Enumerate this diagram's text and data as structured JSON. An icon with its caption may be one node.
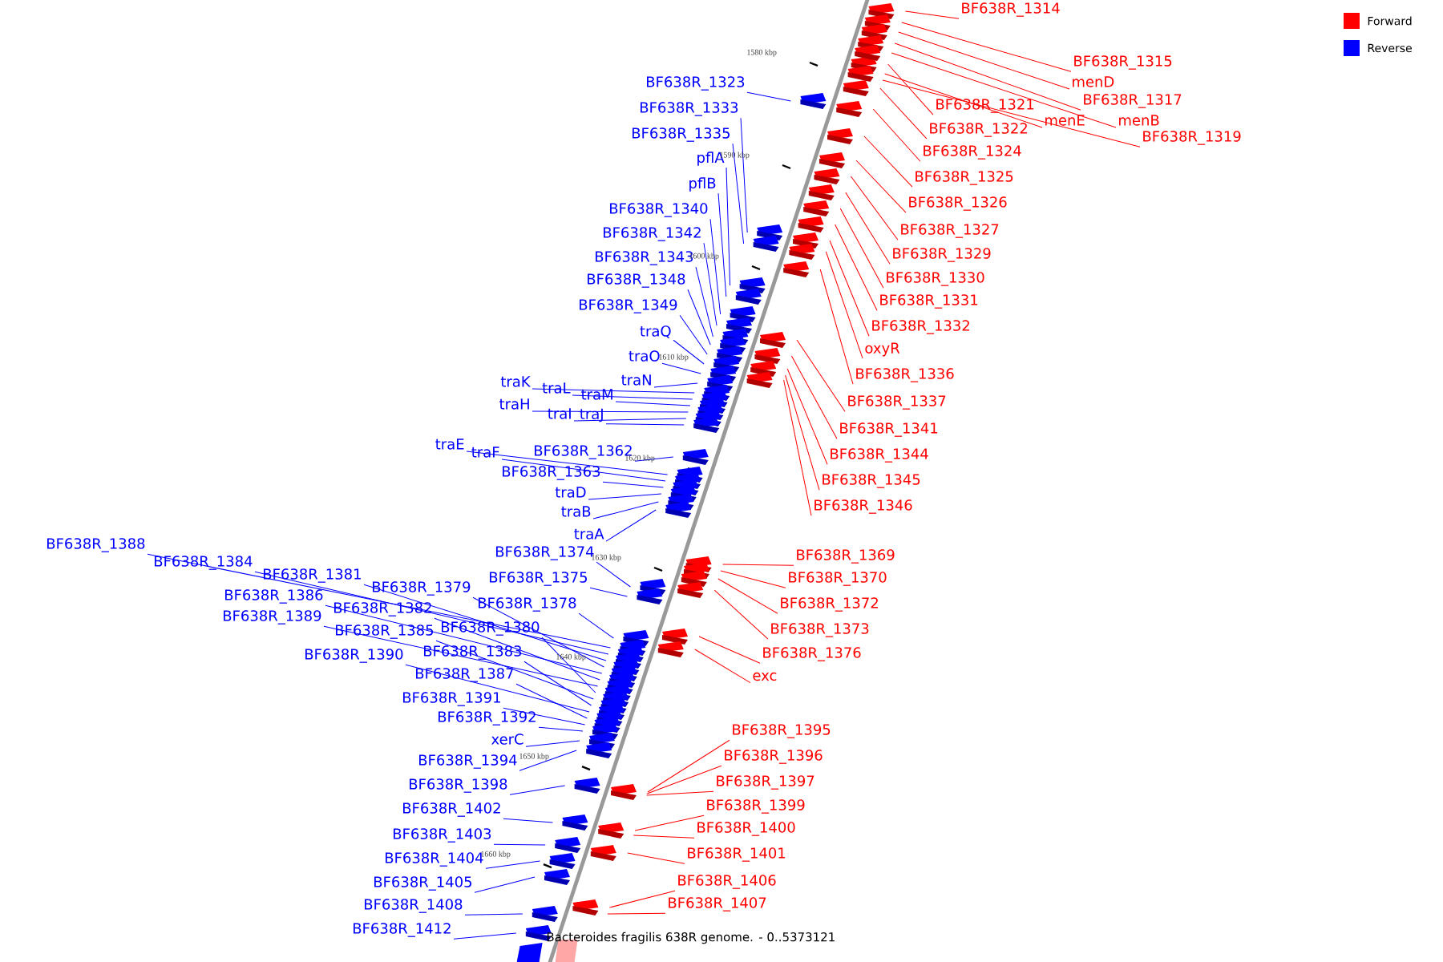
{
  "diagram": {
    "caption": "Bacteroides fragilis 638R genome. - 0..5373121",
    "nodes": [
      {
        "text": [
          "BF638R_1314"
        ]
      },
      {
        "text": [
          "BF638R_1315"
        ]
      },
      {
        "text": [
          "menD"
        ]
      },
      {
        "text": [
          "BF638R_1317"
        ]
      },
      {
        "text": [
          "BF638R_1321"
        ]
      },
      {
        "text": [
          "menE"
        ]
      },
      {
        "text": [
          "menB"
        ]
      },
      {
        "text": [
          "BF638R_1322"
        ]
      },
      {
        "text": [
          "BF638R_1319"
        ]
      },
      {
        "text": [
          "BF638R_1324"
        ]
      },
      {
        "text": [
          "BF638R_1325"
        ]
      },
      {
        "text": [
          "BF638R_1326"
        ]
      },
      {
        "text": [
          "BF638R_1327"
        ]
      },
      {
        "text": [
          "BF638R_1329"
        ]
      },
      {
        "text": [
          "BF638R_1330"
        ]
      },
      {
        "text": [
          "BF638R_1331"
        ]
      },
      {
        "text": [
          "BF638R_1332"
        ]
      },
      {
        "text": [
          "oxyR"
        ]
      },
      {
        "text": [
          "BF638R_1336"
        ]
      },
      {
        "text": [
          "BF638R_1337"
        ]
      },
      {
        "text": [
          "BF638R_1341"
        ]
      },
      {
        "text": [
          "BF638R_1344"
        ]
      },
      {
        "text": [
          "BF638R_1345"
        ]
      },
      {
        "text": [
          "BF638R_1346"
        ]
      },
      {
        "text": [
          "BF638R_1369"
        ]
      },
      {
        "text": [
          "BF638R_1370"
        ]
      },
      {
        "text": [
          "BF638R_1372"
        ]
      },
      {
        "text": [
          "BF638R_1373"
        ]
      },
      {
        "text": [
          "BF638R_1376"
        ]
      },
      {
        "text": [
          "exc"
        ]
      },
      {
        "text": [
          "BF638R_1395"
        ]
      },
      {
        "text": [
          "BF638R_1396"
        ]
      },
      {
        "text": [
          "BF638R_1397"
        ]
      },
      {
        "text": [
          "BF638R_1399"
        ]
      },
      {
        "text": [
          "BF638R_1400"
        ]
      },
      {
        "text": [
          "BF638R_1401"
        ]
      },
      {
        "text": [
          "BF638R_1406"
        ]
      },
      {
        "text": [
          "BF638R_1407"
        ]
      },
      {
        "text": [
          "BF638R_1323"
        ]
      },
      {
        "text": [
          "BF638R_1333"
        ]
      },
      {
        "text": [
          "BF638R_1335"
        ]
      },
      {
        "text": [
          "pflA"
        ]
      },
      {
        "text": [
          "pflB"
        ]
      },
      {
        "text": [
          "BF638R_1340"
        ]
      },
      {
        "text": [
          "BF638R_1342"
        ]
      },
      {
        "text": [
          "BF638R_1343"
        ]
      },
      {
        "text": [
          "BF638R_1348"
        ]
      },
      {
        "text": [
          "BF638R_1349"
        ]
      },
      {
        "text": [
          "traQ"
        ]
      },
      {
        "text": [
          "traO"
        ]
      },
      {
        "text": [
          "traN"
        ]
      },
      {
        "text": [
          "traK"
        ]
      },
      {
        "text": [
          "traL"
        ]
      },
      {
        "text": [
          "traM"
        ]
      },
      {
        "text": [
          "traH"
        ]
      },
      {
        "text": [
          "traI"
        ]
      },
      {
        "text": [
          "traJ"
        ]
      },
      {
        "text": [
          "traE"
        ]
      },
      {
        "text": [
          "traF"
        ]
      },
      {
        "text": [
          "BF638R_1362"
        ]
      },
      {
        "text": [
          "BF638R_1363"
        ]
      },
      {
        "text": [
          "traD"
        ]
      },
      {
        "text": [
          "traB"
        ]
      },
      {
        "text": [
          "traA"
        ]
      },
      {
        "text": [
          "BF638R_1374"
        ]
      },
      {
        "text": [
          "BF638R_1375"
        ]
      },
      {
        "text": [
          "BF638R_1378"
        ]
      },
      {
        "text": [
          "BF638R_1388"
        ]
      },
      {
        "text": [
          "BF638R_1384"
        ]
      },
      {
        "text": [
          "BF638R_1381"
        ]
      },
      {
        "text": [
          "BF638R_1379"
        ]
      },
      {
        "text": [
          "BF638R_1386"
        ]
      },
      {
        "text": [
          "BF638R_1382"
        ]
      },
      {
        "text": [
          "BF638R_1389"
        ]
      },
      {
        "text": [
          "BF638R_1380"
        ]
      },
      {
        "text": [
          "BF638R_1385"
        ]
      },
      {
        "text": [
          "BF638R_1383"
        ]
      },
      {
        "text": [
          "BF638R_1390"
        ]
      },
      {
        "text": [
          "BF638R_1387"
        ]
      },
      {
        "text": [
          "BF638R_1391"
        ]
      },
      {
        "text": [
          "BF638R_1392"
        ]
      },
      {
        "text": [
          "xerC"
        ]
      },
      {
        "text": [
          "BF638R_1394"
        ]
      },
      {
        "text": [
          "BF638R_1398"
        ]
      },
      {
        "text": [
          "BF638R_1402"
        ]
      },
      {
        "text": [
          "BF638R_1403"
        ]
      },
      {
        "text": [
          "BF638R_1404"
        ]
      },
      {
        "text": [
          "BF638R_1405"
        ]
      },
      {
        "text": [
          "BF638R_1408"
        ]
      },
      {
        "text": [
          "BF638R_1412"
        ]
      }
    ],
    "edges": [
      {
        "from": 0,
        "to": null,
        "arrow": "none",
        "color": "#ff0000"
      },
      {
        "from": 1,
        "to": null,
        "arrow": "none",
        "color": "#ff0000"
      },
      {
        "from": 2,
        "to": null,
        "arrow": "none",
        "color": "#ff0000"
      },
      {
        "from": 3,
        "to": null,
        "arrow": "none",
        "color": "#ff0000"
      },
      {
        "from": 4,
        "to": null,
        "arrow": "none",
        "color": "#ff0000"
      },
      {
        "from": 5,
        "to": null,
        "arrow": "none",
        "color": "#ff0000"
      },
      {
        "from": 6,
        "to": null,
        "arrow": "none",
        "color": "#ff0000"
      },
      {
        "from": 7,
        "to": null,
        "arrow": "none",
        "color": "#ff0000"
      },
      {
        "from": 8,
        "to": null,
        "arrow": "none",
        "color": "#ff0000"
      },
      {
        "from": 9,
        "to": null,
        "arrow": "none",
        "color": "#ff0000"
      },
      {
        "from": 10,
        "to": null,
        "arrow": "none",
        "color": "#ff0000"
      },
      {
        "from": 11,
        "to": null,
        "arrow": "none",
        "color": "#ff0000"
      },
      {
        "from": 12,
        "to": null,
        "arrow": "none",
        "color": "#ff0000"
      },
      {
        "from": 13,
        "to": null,
        "arrow": "none",
        "color": "#ff0000"
      },
      {
        "from": 14,
        "to": null,
        "arrow": "none",
        "color": "#ff0000"
      },
      {
        "from": 15,
        "to": null,
        "arrow": "none",
        "color": "#ff0000"
      },
      {
        "from": 16,
        "to": null,
        "arrow": "none",
        "color": "#ff0000"
      },
      {
        "from": 17,
        "to": null,
        "arrow": "none",
        "color": "#ff0000"
      },
      {
        "from": 18,
        "to": null,
        "arrow": "none",
        "color": "#ff0000"
      },
      {
        "from": 19,
        "to": null,
        "arrow": "none",
        "color": "#ff0000"
      },
      {
        "from": 20,
        "to": null,
        "arrow": "none",
        "color": "#ff0000"
      },
      {
        "from": 21,
        "to": null,
        "arrow": "none",
        "color": "#ff0000"
      },
      {
        "from": 22,
        "to": null,
        "arrow": "none",
        "color": "#ff0000"
      },
      {
        "from": 23,
        "to": null,
        "arrow": "none",
        "color": "#ff0000"
      },
      {
        "from": 24,
        "to": null,
        "arrow": "none",
        "color": "#ff0000"
      },
      {
        "from": 25,
        "to": null,
        "arrow": "none",
        "color": "#ff0000"
      },
      {
        "from": 26,
        "to": null,
        "arrow": "none",
        "color": "#ff0000"
      },
      {
        "from": 27,
        "to": null,
        "arrow": "none",
        "color": "#ff0000"
      },
      {
        "from": 28,
        "to": null,
        "arrow": "none",
        "color": "#ff0000"
      },
      {
        "from": 29,
        "to": null,
        "arrow": "none",
        "color": "#ff0000"
      },
      {
        "from": 30,
        "to": null,
        "arrow": "none",
        "color": "#ff0000"
      },
      {
        "from": 31,
        "to": null,
        "arrow": "none",
        "color": "#ff0000"
      },
      {
        "from": 32,
        "to": null,
        "arrow": "none",
        "color": "#ff0000"
      },
      {
        "from": 33,
        "to": null,
        "arrow": "none",
        "color": "#ff0000"
      },
      {
        "from": 34,
        "to": null,
        "arrow": "none",
        "color": "#ff0000"
      },
      {
        "from": 35,
        "to": null,
        "arrow": "none",
        "color": "#ff0000"
      },
      {
        "from": 36,
        "to": null,
        "arrow": "none",
        "color": "#ff0000"
      },
      {
        "from": 37,
        "to": null,
        "arrow": "none",
        "color": "#ff0000"
      },
      {
        "from": 38,
        "to": null,
        "arrow": "none",
        "color": "#0000ff"
      },
      {
        "from": 39,
        "to": null,
        "arrow": "none",
        "color": "#0000ff"
      },
      {
        "from": 40,
        "to": null,
        "arrow": "none",
        "color": "#0000ff"
      },
      {
        "from": 41,
        "to": null,
        "arrow": "none",
        "color": "#0000ff"
      },
      {
        "from": 42,
        "to": null,
        "arrow": "none",
        "color": "#0000ff"
      },
      {
        "from": 43,
        "to": null,
        "arrow": "none",
        "color": "#0000ff"
      },
      {
        "from": 44,
        "to": null,
        "arrow": "none",
        "color": "#0000ff"
      },
      {
        "from": 45,
        "to": null,
        "arrow": "none",
        "color": "#0000ff"
      },
      {
        "from": 46,
        "to": null,
        "arrow": "none",
        "color": "#0000ff"
      },
      {
        "from": 47,
        "to": null,
        "arrow": "none",
        "color": "#0000ff"
      },
      {
        "from": 48,
        "to": null,
        "arrow": "none",
        "color": "#0000ff"
      },
      {
        "from": 49,
        "to": null,
        "arrow": "none",
        "color": "#0000ff"
      },
      {
        "from": 50,
        "to": null,
        "arrow": "none",
        "color": "#0000ff"
      },
      {
        "from": 51,
        "to": null,
        "arrow": "none",
        "color": "#0000ff"
      },
      {
        "from": 52,
        "to": null,
        "arrow": "none",
        "color": "#0000ff"
      },
      {
        "from": 53,
        "to": null,
        "arrow": "none",
        "color": "#0000ff"
      },
      {
        "from": 54,
        "to": null,
        "arrow": "none",
        "color": "#0000ff"
      },
      {
        "from": 55,
        "to": null,
        "arrow": "none",
        "color": "#0000ff"
      },
      {
        "from": 56,
        "to": null,
        "arrow": "none",
        "color": "#0000ff"
      },
      {
        "from": 57,
        "to": null,
        "arrow": "none",
        "color": "#0000ff"
      },
      {
        "from": 58,
        "to": null,
        "arrow": "none",
        "color": "#0000ff"
      },
      {
        "from": 59,
        "to": null,
        "arrow": "none",
        "color": "#0000ff"
      },
      {
        "from": 60,
        "to": null,
        "arrow": "none",
        "color": "#0000ff"
      },
      {
        "from": 61,
        "to": null,
        "arrow": "none",
        "color": "#0000ff"
      },
      {
        "from": 62,
        "to": null,
        "arrow": "none",
        "color": "#0000ff"
      },
      {
        "from": 63,
        "to": null,
        "arrow": "none",
        "color": "#0000ff"
      },
      {
        "from": 64,
        "to": null,
        "arrow": "none",
        "color": "#0000ff"
      },
      {
        "from": 65,
        "to": null,
        "arrow": "none",
        "color": "#0000ff"
      },
      {
        "from": 66,
        "to": null,
        "arrow": "none",
        "color": "#0000ff"
      },
      {
        "from": 67,
        "to": null,
        "arrow": "none",
        "color": "#0000ff"
      },
      {
        "from": 68,
        "to": null,
        "arrow": "none",
        "color": "#0000ff"
      },
      {
        "from": 69,
        "to": null,
        "arrow": "none",
        "color": "#0000ff"
      },
      {
        "from": 70,
        "to": null,
        "arrow": "none",
        "color": "#0000ff"
      },
      {
        "from": 71,
        "to": null,
        "arrow": "none",
        "color": "#0000ff"
      },
      {
        "from": 72,
        "to": null,
        "arrow": "none",
        "color": "#0000ff"
      },
      {
        "from": 73,
        "to": null,
        "arrow": "none",
        "color": "#0000ff"
      },
      {
        "from": 74,
        "to": null,
        "arrow": "none",
        "color": "#0000ff"
      },
      {
        "from": 75,
        "to": null,
        "arrow": "none",
        "color": "#0000ff"
      },
      {
        "from": 76,
        "to": null,
        "arrow": "none",
        "color": "#0000ff"
      },
      {
        "from": 77,
        "to": null,
        "arrow": "none",
        "color": "#0000ff"
      },
      {
        "from": 78,
        "to": null,
        "arrow": "none",
        "color": "#0000ff"
      },
      {
        "from": 79,
        "to": null,
        "arrow": "none",
        "color": "#0000ff"
      },
      {
        "from": 80,
        "to": null,
        "arrow": "none",
        "color": "#0000ff"
      },
      {
        "from": 81,
        "to": null,
        "arrow": "none",
        "color": "#0000ff"
      },
      {
        "from": 82,
        "to": null,
        "arrow": "none",
        "color": "#0000ff"
      },
      {
        "from": 83,
        "to": null,
        "arrow": "none",
        "color": "#0000ff"
      },
      {
        "from": 84,
        "to": null,
        "arrow": "none",
        "color": "#0000ff"
      },
      {
        "from": 85,
        "to": null,
        "arrow": "none",
        "color": "#0000ff"
      },
      {
        "from": 86,
        "to": null,
        "arrow": "none",
        "color": "#0000ff"
      },
      {
        "from": 87,
        "to": null,
        "arrow": "none",
        "color": "#0000ff"
      },
      {
        "from": 88,
        "to": null,
        "arrow": "none",
        "color": "#0000ff"
      },
      {
        "from": 89,
        "to": null,
        "arrow": "none",
        "color": "#0000ff"
      }
    ],
    "labels": [
      "1580 kbp",
      "1590 kbp",
      "1600 kbp",
      "1610 kbp",
      "1620 kbp",
      "1630 kbp",
      "1640 kbp",
      "1650 kbp",
      "1660 kbp"
    ],
    "legend": [
      {
        "text": "Forward",
        "color": "#ff0000"
      },
      {
        "text": "Reverse",
        "color": "#0000ff"
      }
    ]
  }
}
